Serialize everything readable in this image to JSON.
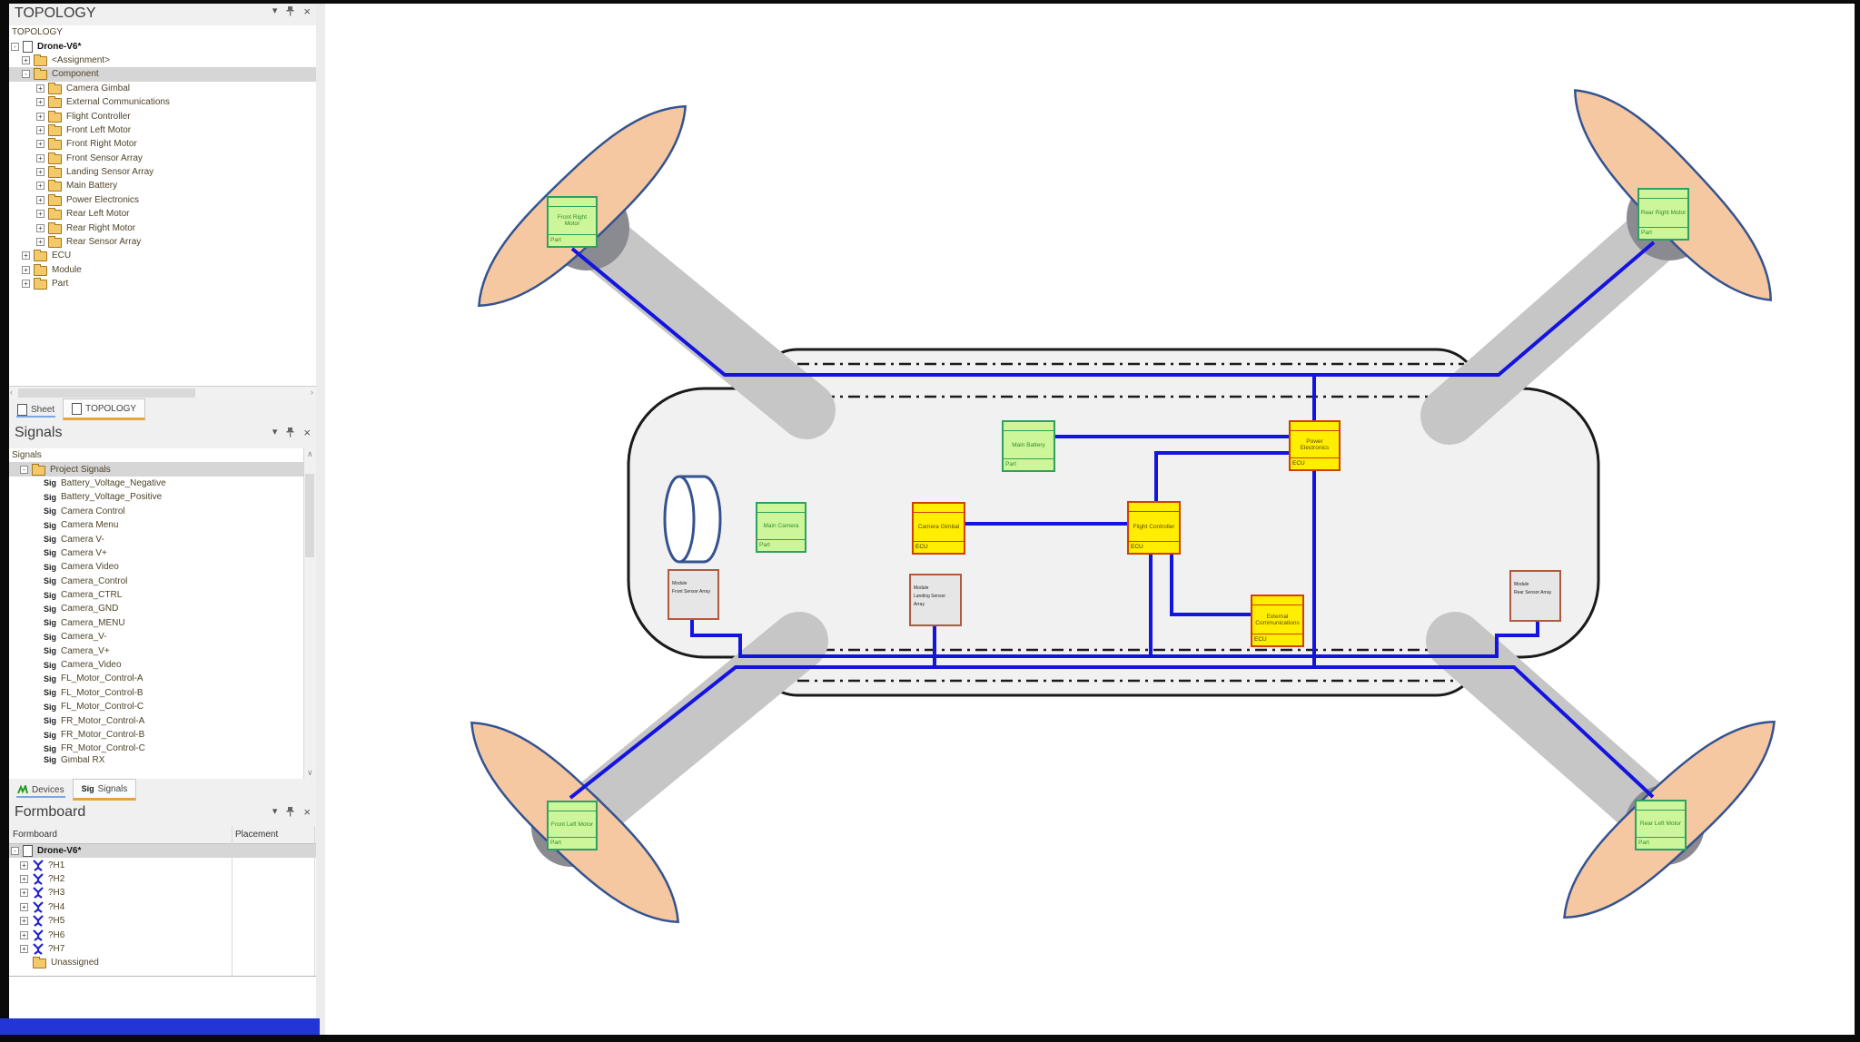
{
  "panels": {
    "topology": {
      "title": "TOPOLOGY",
      "root_label": "TOPOLOGY",
      "project": "Drone-V6*",
      "assignment": "<Assignment>",
      "component_label": "Component",
      "components": [
        "Camera Gimbal",
        "External Communications",
        "Flight Controller",
        "Front Left Motor",
        "Front Right Motor",
        "Front Sensor Array",
        "Landing Sensor Array",
        "Main Battery",
        "Power Electronics",
        "Rear Left Motor",
        "Rear Right Motor",
        "Rear Sensor Array"
      ],
      "other_nodes": [
        "ECU",
        "Module",
        "Part"
      ],
      "tabs": {
        "sheet": "Sheet",
        "topology": "TOPOLOGY"
      }
    },
    "signals": {
      "title": "Signals",
      "root_label": "Signals",
      "group": "Project Signals",
      "sig_prefix": "Sig",
      "items": [
        "Battery_Voltage_Negative",
        "Battery_Voltage_Positive",
        "Camera Control",
        "Camera Menu",
        "Camera V-",
        "Camera V+",
        "Camera Video",
        "Camera_Control",
        "Camera_CTRL",
        "Camera_GND",
        "Camera_MENU",
        "Camera_V-",
        "Camera_V+",
        "Camera_Video",
        "FL_Motor_Control-A",
        "FL_Motor_Control-B",
        "FL_Motor_Control-C",
        "FR_Motor_Control-A",
        "FR_Motor_Control-B",
        "FR_Motor_Control-C"
      ],
      "partial_item": "Gimbal RX",
      "tabs": {
        "devices": "Devices",
        "signals": "Signals",
        "signals_icon": "Sig"
      }
    },
    "formboard": {
      "title": "Formboard",
      "columns": {
        "c1": "Formboard",
        "c2": "Placement"
      },
      "project": "Drone-V6*",
      "harnesses": [
        "?H1",
        "?H2",
        "?H3",
        "?H4",
        "?H5",
        "?H6",
        "?H7"
      ],
      "unassigned": "Unassigned"
    }
  },
  "icons": {
    "chevron_down": "▾",
    "close": "×",
    "scroll_left": "‹",
    "scroll_right": "›",
    "scroll_up": "∧",
    "scroll_down": "∨"
  },
  "canvas": {
    "boxes": [
      {
        "id": "front-right-motor",
        "label": "Front Right Motor",
        "sub": "Part"
      },
      {
        "id": "rear-right-motor",
        "label": "Rear Right Motor",
        "sub": "Part"
      },
      {
        "id": "front-left-motor",
        "label": "Front Left Motor",
        "sub": "Part"
      },
      {
        "id": "rear-left-motor",
        "label": "Rear Left Motor",
        "sub": "Part"
      },
      {
        "id": "main-camera",
        "label": "Main Camera",
        "sub": "Part"
      },
      {
        "id": "main-battery",
        "label": "Main Battery",
        "sub": "Part"
      },
      {
        "id": "camera-gimbal",
        "label": "Camera Gimbal",
        "sub": "ECU"
      },
      {
        "id": "flight-controller",
        "label": "Flight Controller",
        "sub": "ECU"
      },
      {
        "id": "power-electronics",
        "label": "Power Electronics",
        "sub": "ECU"
      },
      {
        "id": "external-communications",
        "label": "External Communications",
        "sub": "ECU"
      }
    ],
    "modules": [
      {
        "kind": "Module",
        "label": "Front Sensor Array"
      },
      {
        "kind": "Module",
        "label": "Landing Sensor Array"
      },
      {
        "kind": "Module",
        "label": "Rear Sensor Array"
      }
    ],
    "colors": {
      "wire": "#1414e0",
      "ecu_fill": "#ffee00",
      "ecu_border": "#d04000",
      "part_fill": "#ccf699",
      "part_border": "#2fa060",
      "module_border": "#b05a3c",
      "blade": "#f6c8a2",
      "arm": "#c6c6c6",
      "body_fill": "#f1f1f1",
      "tab_accent": "#e8a33d",
      "strip_blue": "#2236d6"
    }
  }
}
